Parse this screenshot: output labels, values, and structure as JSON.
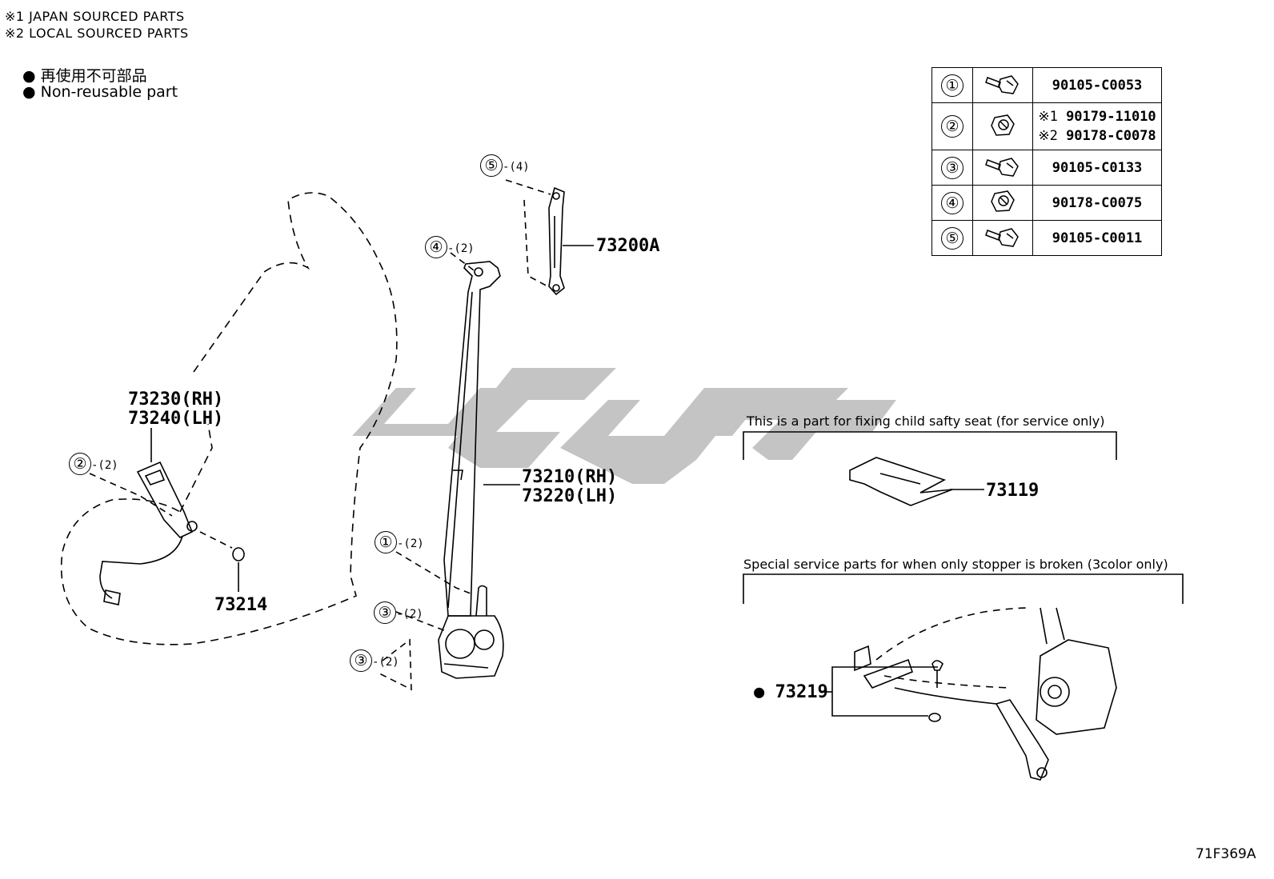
{
  "notes": [
    "※1 JAPAN SOURCED PARTS",
    "※2 LOCAL SOURCED PARTS"
  ],
  "legend": [
    "● 再使用不可部品",
    "● Non-reusable part"
  ],
  "fastener_table": [
    {
      "num": "①",
      "icon": "bolt-icon",
      "part": "90105-C0053"
    },
    {
      "num": "②",
      "icon": "nut-icon",
      "parts": [
        {
          "prefix": "※1",
          "part": "90179-11010"
        },
        {
          "prefix": "※2",
          "part": "90178-C0078"
        }
      ]
    },
    {
      "num": "③",
      "icon": "bolt-icon",
      "part": "90105-C0133"
    },
    {
      "num": "④",
      "icon": "nut-icon",
      "part": "90178-C0075"
    },
    {
      "num": "⑤",
      "icon": "bolt-icon",
      "part": "90105-C0011"
    }
  ],
  "callouts": {
    "c5": {
      "num": "⑤",
      "qty": "-(4)"
    },
    "c4": {
      "num": "④",
      "qty": "-(2)"
    },
    "c2": {
      "num": "②",
      "qty": "-(2)"
    },
    "c1": {
      "num": "①",
      "qty": "-(2)"
    },
    "c3a": {
      "num": "③",
      "qty": "-(2)"
    },
    "c3b": {
      "num": "③",
      "qty": "-(2)"
    }
  },
  "part_numbers": {
    "p73200a": "73200A",
    "p73230": "73230(RH)",
    "p73240": "73240(LH)",
    "p73210": "73210(RH)",
    "p73220": "73220(LH)",
    "p73214": "73214",
    "p73119": "73119",
    "p73219": "● 73219"
  },
  "captions": {
    "child_seat": "This is a part for fixing child safty seat (for service only)",
    "stopper": "Special service parts for when only stopper is broken (3color only)"
  },
  "diagram_code": "71F369A",
  "colors": {
    "watermark": "#c4c4c4",
    "line": "#000000"
  }
}
